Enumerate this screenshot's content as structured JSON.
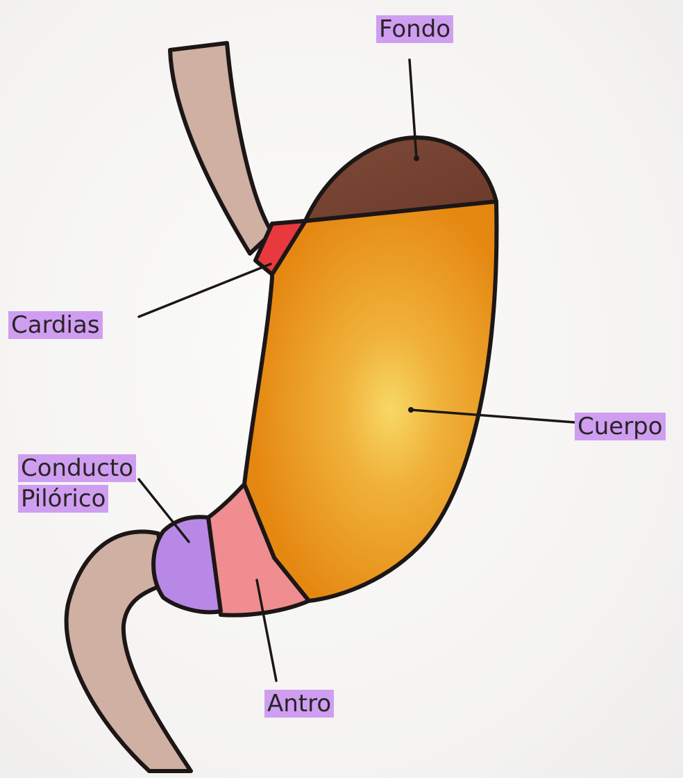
{
  "labels": {
    "fondo": "Fondo",
    "cardias": "Cardias",
    "cuerpo": "Cuerpo",
    "conducto_line1": "Conducto",
    "conducto_line2": "Pilórico",
    "antro": "Antro"
  },
  "colors": {
    "esophagus": "#cfb0a2",
    "duodenum": "#cfb0a2",
    "fondo": "#7a4534",
    "cardias": "#e8393f",
    "cuerpo": "#e98f18",
    "cuerpo_highlight": "#f6d063",
    "antro": "#f08d90",
    "conducto_pilorico": "#b888e6",
    "label_highlight": "#cf9ef0",
    "outline": "#1c1716"
  }
}
